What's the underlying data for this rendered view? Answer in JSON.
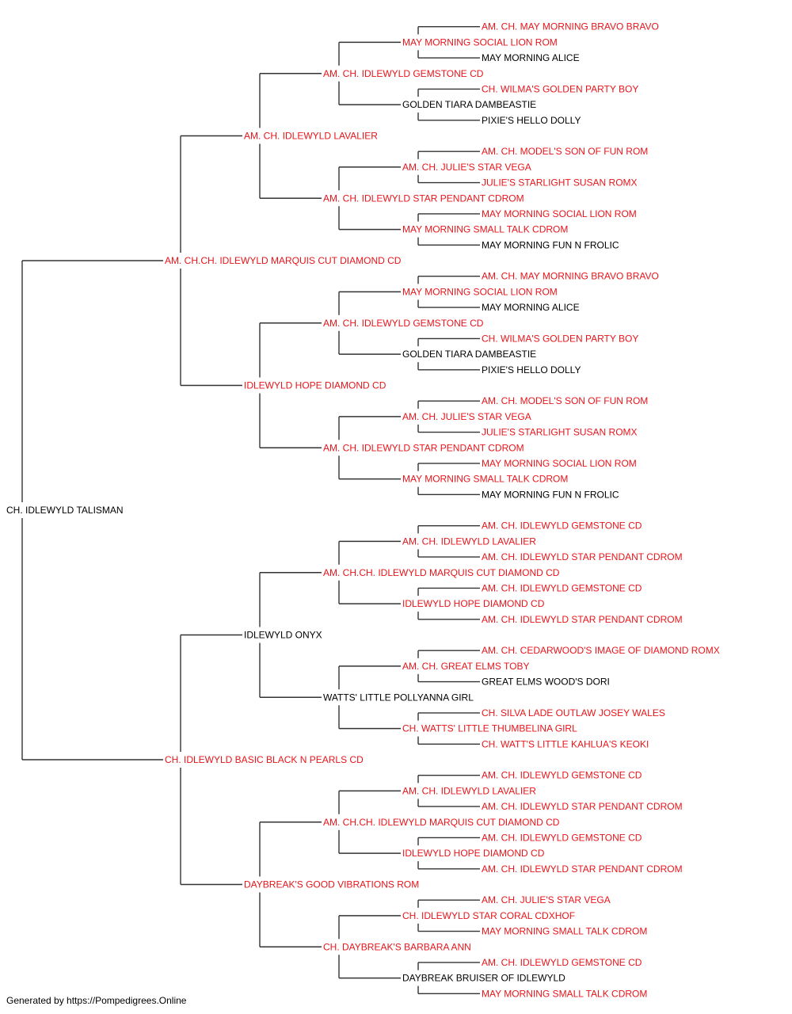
{
  "colors": {
    "champion": "#e8151b",
    "normal": "#000000",
    "line": "#333333"
  },
  "pedigree": {
    "name": "CH. IDLEWYLD TALISMAN",
    "ch": false,
    "sire": {
      "name": "AM. CH.CH. IDLEWYLD MARQUIS CUT DIAMOND CD",
      "ch": true,
      "sire": {
        "name": "AM. CH. IDLEWYLD LAVALIER",
        "ch": true,
        "sire": {
          "name": "AM. CH. IDLEWYLD GEMSTONE CD",
          "ch": true,
          "sire": {
            "name": "MAY MORNING SOCIAL LION ROM",
            "ch": true,
            "sire": {
              "name": "AM. CH. MAY MORNING BRAVO BRAVO",
              "ch": true
            },
            "dam": {
              "name": "MAY MORNING ALICE",
              "ch": false
            }
          },
          "dam": {
            "name": "GOLDEN TIARA DAMBEASTIE",
            "ch": false,
            "sire": {
              "name": "CH. WILMA'S GOLDEN PARTY BOY",
              "ch": true
            },
            "dam": {
              "name": "PIXIE'S HELLO DOLLY",
              "ch": false
            }
          }
        },
        "dam": {
          "name": "AM. CH. IDLEWYLD STAR PENDANT CDROM",
          "ch": true,
          "sire": {
            "name": "AM. CH. JULIE'S STAR VEGA",
            "ch": true,
            "sire": {
              "name": "AM. CH. MODEL'S SON OF FUN ROM",
              "ch": true
            },
            "dam": {
              "name": "JULIE'S STARLIGHT SUSAN ROMX",
              "ch": true
            }
          },
          "dam": {
            "name": "MAY MORNING SMALL TALK CDROM",
            "ch": true,
            "sire": {
              "name": "MAY MORNING SOCIAL LION ROM",
              "ch": true
            },
            "dam": {
              "name": "MAY MORNING FUN N FROLIC",
              "ch": false
            }
          }
        }
      },
      "dam": {
        "name": "IDLEWYLD HOPE DIAMOND CD",
        "ch": true,
        "sire": {
          "name": "AM. CH. IDLEWYLD GEMSTONE CD",
          "ch": true,
          "sire": {
            "name": "MAY MORNING SOCIAL LION ROM",
            "ch": true,
            "sire": {
              "name": "AM. CH. MAY MORNING BRAVO BRAVO",
              "ch": true
            },
            "dam": {
              "name": "MAY MORNING ALICE",
              "ch": false
            }
          },
          "dam": {
            "name": "GOLDEN TIARA DAMBEASTIE",
            "ch": false,
            "sire": {
              "name": "CH. WILMA'S GOLDEN PARTY BOY",
              "ch": true
            },
            "dam": {
              "name": "PIXIE'S HELLO DOLLY",
              "ch": false
            }
          }
        },
        "dam": {
          "name": "AM. CH. IDLEWYLD STAR PENDANT CDROM",
          "ch": true,
          "sire": {
            "name": "AM. CH. JULIE'S STAR VEGA",
            "ch": true,
            "sire": {
              "name": "AM. CH. MODEL'S SON OF FUN ROM",
              "ch": true
            },
            "dam": {
              "name": "JULIE'S STARLIGHT SUSAN ROMX",
              "ch": true
            }
          },
          "dam": {
            "name": "MAY MORNING SMALL TALK CDROM",
            "ch": true,
            "sire": {
              "name": "MAY MORNING SOCIAL LION ROM",
              "ch": true
            },
            "dam": {
              "name": "MAY MORNING FUN N FROLIC",
              "ch": false
            }
          }
        }
      }
    },
    "dam": {
      "name": "CH. IDLEWYLD BASIC BLACK N PEARLS CD",
      "ch": true,
      "sire": {
        "name": "IDLEWYLD ONYX",
        "ch": false,
        "sire": {
          "name": "AM. CH.CH. IDLEWYLD MARQUIS CUT DIAMOND CD",
          "ch": true,
          "sire": {
            "name": "AM. CH. IDLEWYLD LAVALIER",
            "ch": true,
            "sire": {
              "name": "AM. CH. IDLEWYLD GEMSTONE CD",
              "ch": true
            },
            "dam": {
              "name": "AM. CH. IDLEWYLD STAR PENDANT CDROM",
              "ch": true
            }
          },
          "dam": {
            "name": "IDLEWYLD HOPE DIAMOND CD",
            "ch": true,
            "sire": {
              "name": "AM. CH. IDLEWYLD GEMSTONE CD",
              "ch": true
            },
            "dam": {
              "name": "AM. CH. IDLEWYLD STAR PENDANT CDROM",
              "ch": true
            }
          }
        },
        "dam": {
          "name": "WATTS' LITTLE POLLYANNA GIRL",
          "ch": false,
          "sire": {
            "name": "AM. CH. GREAT ELMS TOBY",
            "ch": true,
            "sire": {
              "name": "AM. CH. CEDARWOOD'S IMAGE OF DIAMOND ROMX",
              "ch": true
            },
            "dam": {
              "name": "GREAT ELMS WOOD'S DORI",
              "ch": false
            }
          },
          "dam": {
            "name": "CH. WATTS' LITTLE THUMBELINA GIRL",
            "ch": true,
            "sire": {
              "name": "CH. SILVA LADE OUTLAW JOSEY WALES",
              "ch": true
            },
            "dam": {
              "name": "CH. WATT'S LITTLE KAHLUA'S KEOKI",
              "ch": true
            }
          }
        }
      },
      "dam": {
        "name": "DAYBREAK'S GOOD VIBRATIONS ROM",
        "ch": true,
        "sire": {
          "name": "AM. CH.CH. IDLEWYLD MARQUIS CUT DIAMOND CD",
          "ch": true,
          "sire": {
            "name": "AM. CH. IDLEWYLD LAVALIER",
            "ch": true,
            "sire": {
              "name": "AM. CH. IDLEWYLD GEMSTONE CD",
              "ch": true
            },
            "dam": {
              "name": "AM. CH. IDLEWYLD STAR PENDANT CDROM",
              "ch": true
            }
          },
          "dam": {
            "name": "IDLEWYLD HOPE DIAMOND CD",
            "ch": true,
            "sire": {
              "name": "AM. CH. IDLEWYLD GEMSTONE CD",
              "ch": true
            },
            "dam": {
              "name": "AM. CH. IDLEWYLD STAR PENDANT CDROM",
              "ch": true
            }
          }
        },
        "dam": {
          "name": "CH. DAYBREAK'S BARBARA ANN",
          "ch": true,
          "sire": {
            "name": "CH. IDLEWYLD STAR CORAL CDXHOF",
            "ch": true,
            "sire": {
              "name": "AM. CH. JULIE'S STAR VEGA",
              "ch": true
            },
            "dam": {
              "name": "MAY MORNING SMALL TALK CDROM",
              "ch": true
            }
          },
          "dam": {
            "name": "DAYBREAK BRUISER OF IDLEWYLD",
            "ch": false,
            "sire": {
              "name": "AM. CH. IDLEWYLD GEMSTONE CD",
              "ch": true
            },
            "dam": {
              "name": "MAY MORNING SMALL TALK CDROM",
              "ch": true
            }
          }
        }
      }
    }
  },
  "footer": {
    "text": "Generated by https://Pompedigrees.Online"
  }
}
